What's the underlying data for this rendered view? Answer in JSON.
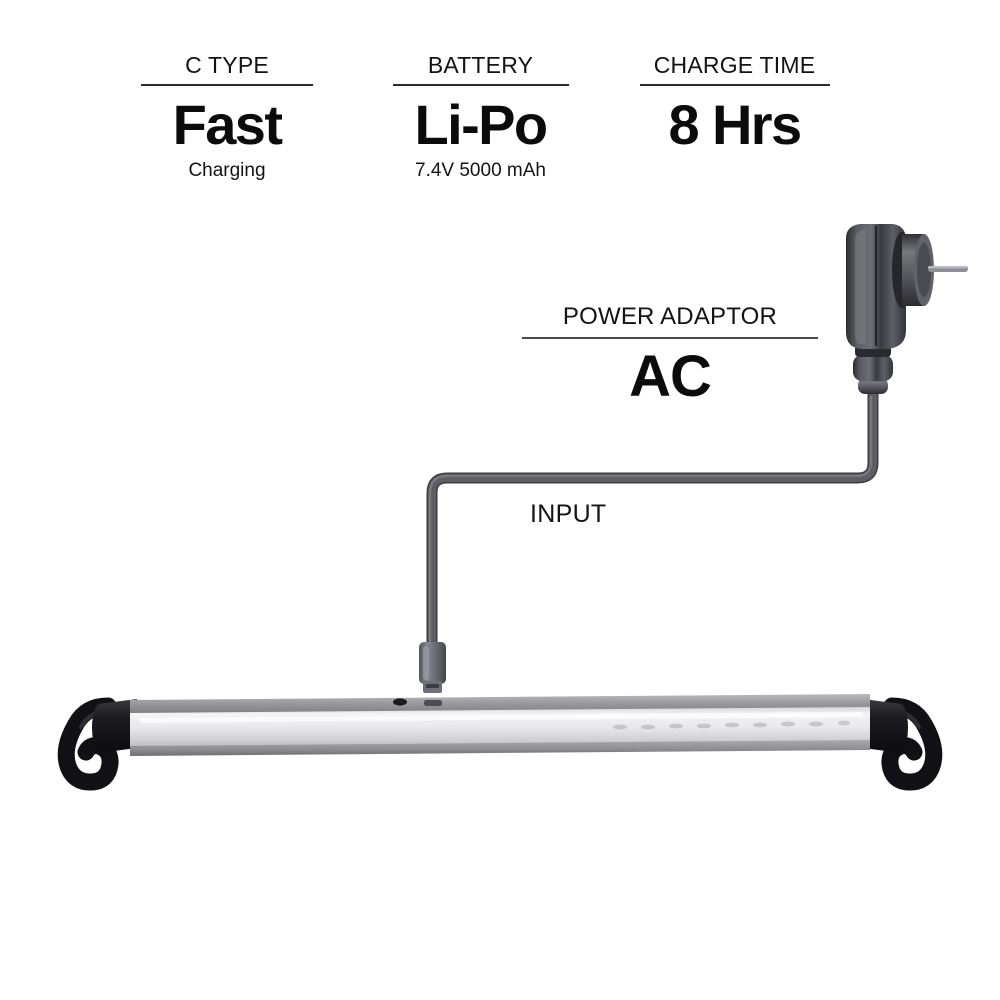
{
  "specs": [
    {
      "title": "C TYPE",
      "main": "Fast",
      "sub": "Charging",
      "name": "c-type"
    },
    {
      "title": "BATTERY",
      "main": "Li-Po",
      "sub": "7.4V 5000 mAh",
      "name": "battery"
    },
    {
      "title": "CHARGE TIME",
      "main": "8 Hrs",
      "sub": "",
      "name": "charge-time"
    }
  ],
  "adaptor": {
    "title": "POWER ADAPTOR",
    "main": "AC"
  },
  "cable": {
    "input_label": "INPUT"
  },
  "colors": {
    "background": "#ffffff",
    "text": "#111111",
    "rule": "#2b2b30",
    "cable": "#5a5a5e",
    "cable_highlight": "#8a8a90",
    "adaptor_body": "#4d4d52",
    "adaptor_dark": "#2e2e33",
    "bar_frame": "#9a9a9e",
    "bar_diffuser": "#ececed",
    "endcap": "#15151a"
  },
  "product": {
    "bar_name": "led-light-bar",
    "left_hook_name": "left-hook",
    "right_hook_name": "right-hook",
    "button_name": "power-button",
    "port_name": "charging-port",
    "connector_name": "usb-connector"
  }
}
